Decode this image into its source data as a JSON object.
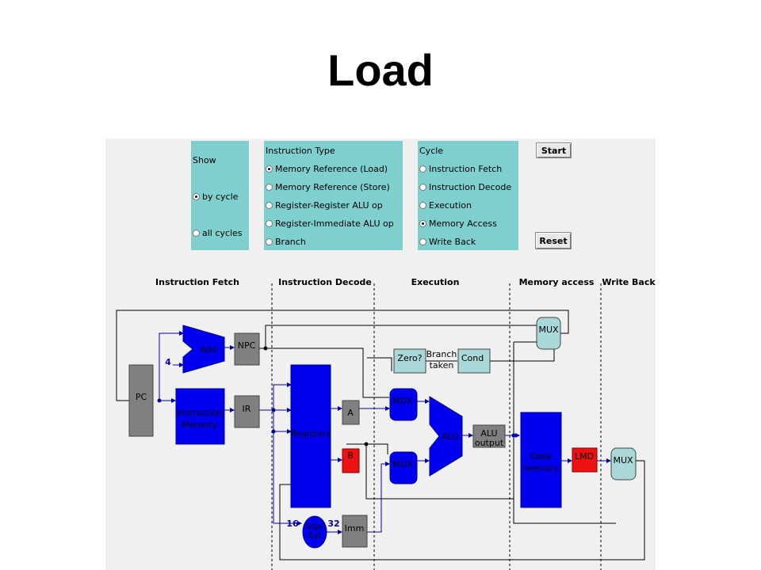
{
  "slide": {
    "title": "Load"
  },
  "controls": {
    "show": {
      "label": "Show",
      "options": [
        "by cycle",
        "all cycles"
      ],
      "selected": 0
    },
    "instruction_type": {
      "label": "Instruction Type",
      "options": [
        "Memory Reference (Load)",
        "Memory Reference (Store)",
        "Register-Register ALU op",
        "Register-Immediate ALU op",
        "Branch"
      ],
      "selected": 0
    },
    "cycle": {
      "label": "Cycle",
      "options": [
        "Instruction Fetch",
        "Instruction Decode",
        "Execution",
        "Memory Access",
        "Write Back"
      ],
      "selected": 3
    },
    "start_label": "Start",
    "reset_label": "Reset"
  },
  "stages": [
    "Instruction Fetch",
    "Instruction Decode",
    "Execution",
    "Memory access",
    "Write Back"
  ],
  "components": {
    "pc": "PC",
    "add": "Add",
    "four": "4",
    "npc": "NPC",
    "instr_mem": [
      "Instruction",
      "Memory"
    ],
    "ir": "IR",
    "registers": "Registers",
    "a": "A",
    "b": "B",
    "zero": "Zero?",
    "branch_taken": [
      "Branch",
      "taken"
    ],
    "cond": "Cond",
    "mux": "MUX",
    "alu": "ALU",
    "alu_output": [
      "ALU",
      "output"
    ],
    "data_mem": [
      "Data",
      "memory"
    ],
    "lmd": "LMD",
    "sign_ext": [
      "Sign",
      "Ext"
    ],
    "imm": "Imm",
    "width_16": "16",
    "width_32": "32"
  },
  "colors": {
    "active": "#0000ee",
    "register_active": "#ee1111",
    "inactive": "#808080",
    "mux_idle": "#a8d8d8",
    "panel": "#7fcfcf",
    "wire": "#0000aa"
  }
}
